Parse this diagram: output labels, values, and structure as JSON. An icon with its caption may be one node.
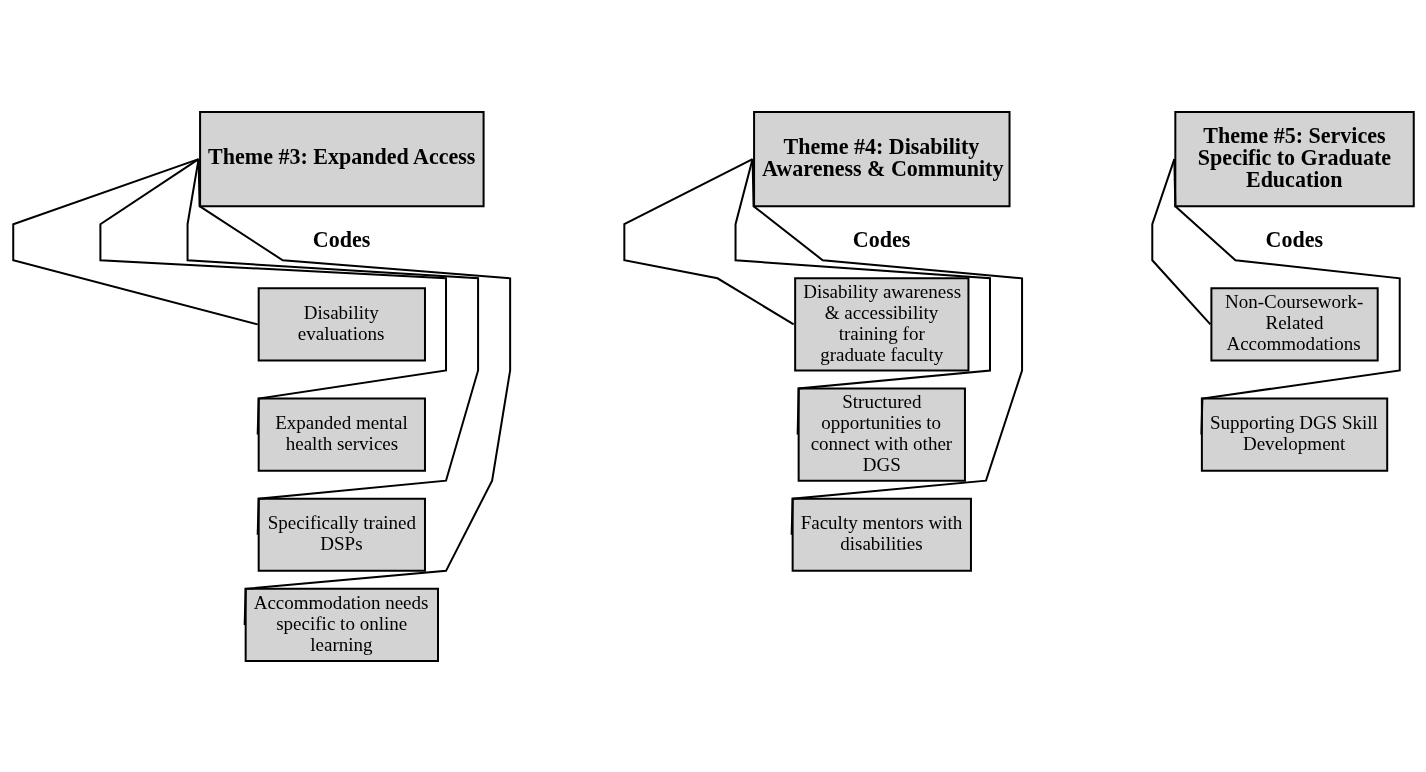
{
  "diagram": {
    "nodes": [
      {
        "text": [
          "Theme #3: Expanded Access"
        ]
      },
      {
        "text": [
          "Disability evaluations"
        ]
      },
      {
        "text": [
          "Expanded mental health services"
        ]
      },
      {
        "text": [
          "Specifically trained DSPs"
        ]
      },
      {
        "text": [
          "Accommodation needs specific to online learning"
        ]
      },
      {
        "text": [
          "Theme #4: Disability Awareness & Community"
        ]
      },
      {
        "text": [
          "Disability awareness & accessibility training for graduate faculty"
        ]
      },
      {
        "text": [
          "Structured opportunities to connect with other DGS"
        ]
      },
      {
        "text": [
          "Faculty mentors with disabilities"
        ]
      },
      {
        "text": [
          "Theme #5: Services Specific to Graduate Education"
        ]
      },
      {
        "text": [
          "Non-Coursework-Related Accommodations"
        ]
      },
      {
        "text": [
          "Supporting DGS Skill Development"
        ]
      }
    ],
    "edges": [
      {
        "from": 0,
        "to": 1,
        "arrow": "none"
      },
      {
        "from": 0,
        "to": 2,
        "arrow": "none"
      },
      {
        "from": 0,
        "to": 3,
        "arrow": "none"
      },
      {
        "from": 0,
        "to": 4,
        "arrow": "none"
      },
      {
        "from": 5,
        "to": 6,
        "arrow": "none"
      },
      {
        "from": 5,
        "to": 7,
        "arrow": "none"
      },
      {
        "from": 5,
        "to": 8,
        "arrow": "none"
      },
      {
        "from": 9,
        "to": 10,
        "arrow": "none"
      },
      {
        "from": 9,
        "to": 11,
        "arrow": "none"
      }
    ],
    "labels": [
      "Codes",
      "Codes",
      "Codes"
    ]
  }
}
